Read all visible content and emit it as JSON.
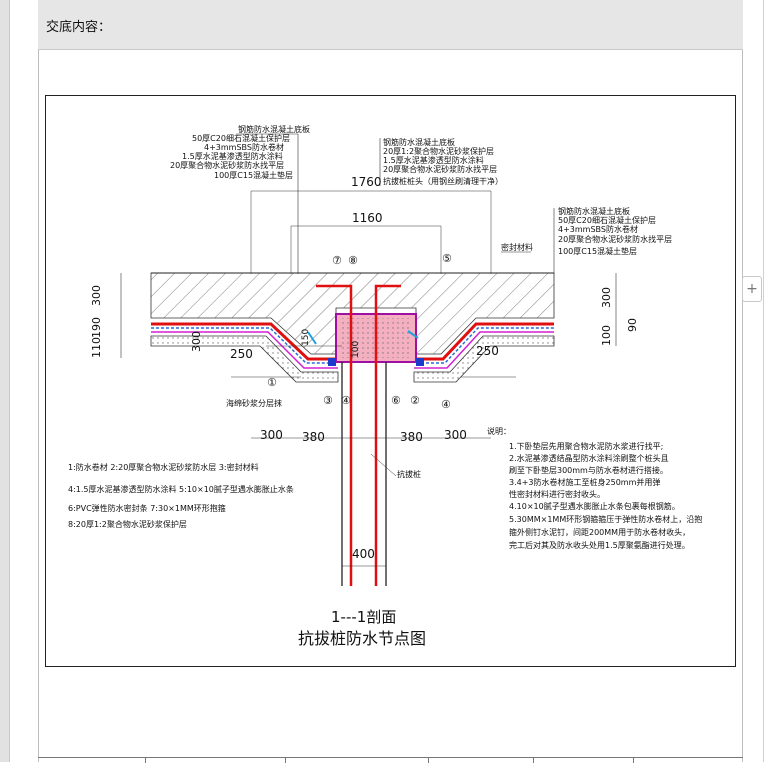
{
  "header": {
    "label": "交底内容："
  },
  "ui": {
    "expand_symbol": "+"
  },
  "drawing": {
    "left_layers": [
      "钢筋防水混凝土底板",
      "50厚C20细石混凝土保护层",
      "4+3mmSBS防水卷材",
      "1.5厚水泥基渗透型防水涂料",
      "20厚聚合物水泥砂浆防水找平层",
      "100厚C15混凝土垫层"
    ],
    "mid_layers": [
      "钢筋防水混凝土底板",
      "20厚1:2聚合物水泥砂浆保护层",
      "1.5厚水泥基渗透型防水涂料",
      "20厚聚合物水泥砂浆防水找平层",
      "抗拔桩桩头（用钢丝刷清理干净）"
    ],
    "right_layers": [
      "钢筋防水混凝土底板",
      "50厚C20细石混凝土保护层",
      "4+3mmSBS防水卷材",
      "20厚聚合物水泥砂浆防水找平层",
      "100厚C15混凝土垫层"
    ],
    "dims": {
      "d1760": "1760",
      "d1160": "1160",
      "d300": "300",
      "d190": "190",
      "d110": "110",
      "d250": "250",
      "d380": "380",
      "d400": "400",
      "d100": "100",
      "d150": "150",
      "d90": "90"
    },
    "callouts": [
      "①",
      "③",
      "⑦",
      "⑧",
      "⑤",
      "⑥",
      "②",
      "④"
    ],
    "seal_label": "密封材料",
    "sponge_label": "海绵砂浆分层抹",
    "pile_label": "抗拔桩",
    "legend": [
      "1:防水卷材    2:20厚聚合物水泥砂浆防水层    3:密封材料",
      "4:1.5厚水泥基渗透型防水涂料    5:10×10腻子型遇水膨胀止水条",
      "6:PVC弹性防水密封条    7:30×1MM环形抱箍",
      "8:20厚1:2聚合物水泥砂浆保护层"
    ],
    "notes_title": "说明：",
    "notes": [
      "1.下卧垫层先用聚合物水泥防水浆进行找平;",
      "2.水泥基渗透结晶型防水涂料涂刷整个桩头且",
      "刷至下卧垫层300mm与防水卷材进行搭接。",
      "3.4+3防水卷材施工至桩身250mm并用弹",
      "性密封材料进行密封收头。",
      "4.10×10腻子型遇水膨胀止水条包裹每根钢筋。",
      "5.30MM×1MM环形钢箍箍压于弹性防水卷材上，沿抱",
      "箍外侧钉水泥钉，间距200MM用于防水卷材收头，",
      "完工后对其及防水收头处用1.5厚聚氨酯进行处理。"
    ],
    "title1": "1---1剖面",
    "title2": "抗拔桩防水节点图"
  }
}
